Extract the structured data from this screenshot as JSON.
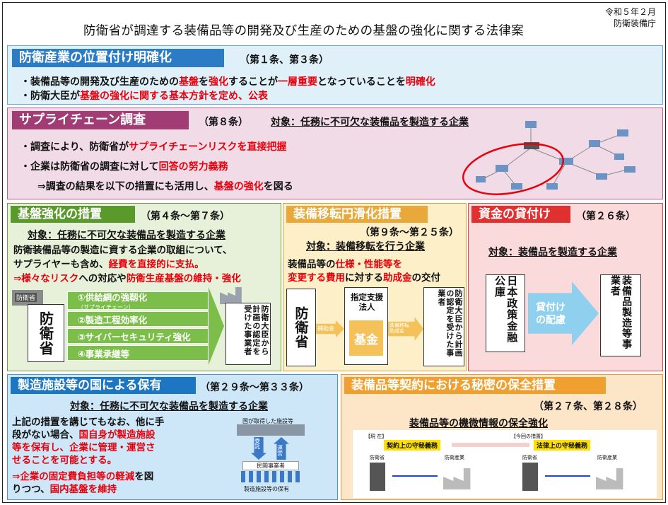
{
  "header": {
    "title": "防衛省が調達する装備品等の開発及び生産のための基盤の強化に関する法律案",
    "date": "令和５年２月",
    "org": "防衛装備庁"
  },
  "s1": {
    "heading": "防衛産業の位置付け明確化",
    "articles": "（第１条、第３条）",
    "l1": [
      "・装備品等の開発及び生産のための",
      "基盤",
      "を",
      "強化",
      "することが",
      "一層重要",
      "となっていることを",
      "明確化"
    ],
    "l2": [
      "・防衛大臣が",
      "基盤の強化に関する基本方針を定め、公表"
    ]
  },
  "s2": {
    "heading": "サプライチェーン調査",
    "articles": "（第８条）",
    "target": "対象：任務に不可欠な装備品を製造する企業",
    "l1": [
      "・調査により、防衛省が",
      "サプライチェーンリスクを直接把握"
    ],
    "l2": [
      "・企業は防衛省の調査に対して",
      "回答の努力義務"
    ],
    "l3": [
      "⇒調査の結果を以下の措置にも活用し、",
      "基盤の強化",
      "を図る"
    ]
  },
  "s3": {
    "heading": "基盤強化の措置",
    "articles": "（第４条～第７条）",
    "target": "対象：任務に不可欠な装備品を製造する企業",
    "l1": "防衛装備品等の製造に資する企業の取組について、",
    "l2": [
      "サプライヤーも含め、",
      "経費を直接的に支払。"
    ],
    "l3": [
      "⇒様々なリスク",
      "への対応や",
      "防衛生産基盤の維持・強化"
    ],
    "building_label": "防衛省",
    "left_box": "防衛省",
    "right_box": "防衛大臣から計画の認定を受けた事業者",
    "items": [
      "①供給網の強靱化",
      "②製造工程効率化",
      "③サイバーセキュリティ強化",
      "④事業承継等"
    ],
    "item1_sub": "（サプライチェーン）"
  },
  "s4": {
    "heading": "装備移転円滑化措置",
    "articles": "（第９条～第２５条）",
    "target": "対象：装備移転を行う企業",
    "l1": [
      "装備品等の",
      "仕様・性能等を"
    ],
    "l2": [
      "変更する費用",
      "に対する",
      "助成金",
      "の交付"
    ],
    "left_box": "防衛省",
    "arrow1": "補助金",
    "fund_top": "指定支援法人",
    "fund": "基金",
    "arrow2": "装備移転助成金",
    "right_box": "防衛大臣から計画の認定を受けた事業者"
  },
  "s5": {
    "heading": "資金の貸付け",
    "articles": "（第２６条）",
    "target": "対象：装備品を製造する企業",
    "left_box": "日本政策金融公庫",
    "arrow": "貸付けの配慮",
    "right_box": "装備品製造等事業者"
  },
  "s6": {
    "heading": "製造施設等の国による保有",
    "articles": "（第２９条～第３３条）",
    "target": "対象：任務に不可欠な装備品を製造する企業",
    "l1": "上記の措置を講じてもなお、他に手",
    "l2": [
      "段がない場合、",
      "国自身が製造施設"
    ],
    "l3": "等を保有し、企業に管理・運営さ",
    "l4": "せることを可能とする。",
    "l5": [
      "⇒",
      "企業の固定費負担等の軽減",
      "を図"
    ],
    "l6": [
      "りつつ、",
      "国内基盤を維持"
    ],
    "diag_top": "国が取得した施設等",
    "diag_left": "委託",
    "diag_right": "運営",
    "diag_mid": "民間事業者",
    "diag_bottom": "製造施設等の保有"
  },
  "s7": {
    "heading": "装備品等契約における秘密の保全措置",
    "articles": "（第２７条、第２８条）",
    "sub": "装備品等の機微情報の保全強化",
    "now": "【現 在】",
    "future": "【今回の措置】",
    "now_label": "契約上の守秘義務",
    "future_label": "法律上の守秘義務",
    "mod": "防衛省",
    "ind": "防衛産業"
  }
}
